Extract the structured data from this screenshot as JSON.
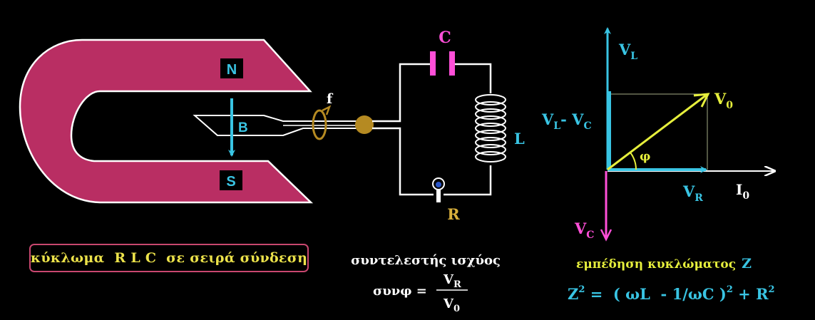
{
  "magnet": {
    "north_label": "N",
    "south_label": "S",
    "field_label": "B",
    "frequency_label": "f"
  },
  "circuit": {
    "capacitor_label": "C",
    "inductor_label": "L",
    "resistor_label": "R"
  },
  "phasor": {
    "vl_label": "V",
    "vl_sub": "L",
    "vlvc_label": "V",
    "vlvc_sub1": "L",
    "vlvc_mid": "- V",
    "vlvc_sub2": "C",
    "v0_label": "V",
    "v0_sub": "0",
    "phi_label": "φ",
    "vr_label": "V",
    "vr_sub": "R",
    "i0_label": "I",
    "i0_sub": "0",
    "vc_label": "V",
    "vc_sub": "C"
  },
  "caption": "κύκλωμα  R L C  σε σειρά σύνδεση",
  "power_factor": {
    "title": "συντελεστής ισχύος",
    "lhs": "συνφ  =",
    "num": "V",
    "num_sub": "R",
    "den": "V",
    "den_sub": "0"
  },
  "impedance": {
    "title": "εμπέδηση κυκλώματος",
    "symbol": "Z",
    "formula_z": "Z",
    "sup2": "2",
    "eq": " =  ( ωL  - 1/ωC )",
    "plus_r": " + R"
  },
  "colors": {
    "magnet": "#b92e63",
    "cyan": "#39c4e3",
    "magenta": "#ff4fd8",
    "yellow": "#e6ef3c",
    "label_yellow": "#d9b03c",
    "bronze": "#b58a22",
    "white": "#ffffff"
  }
}
